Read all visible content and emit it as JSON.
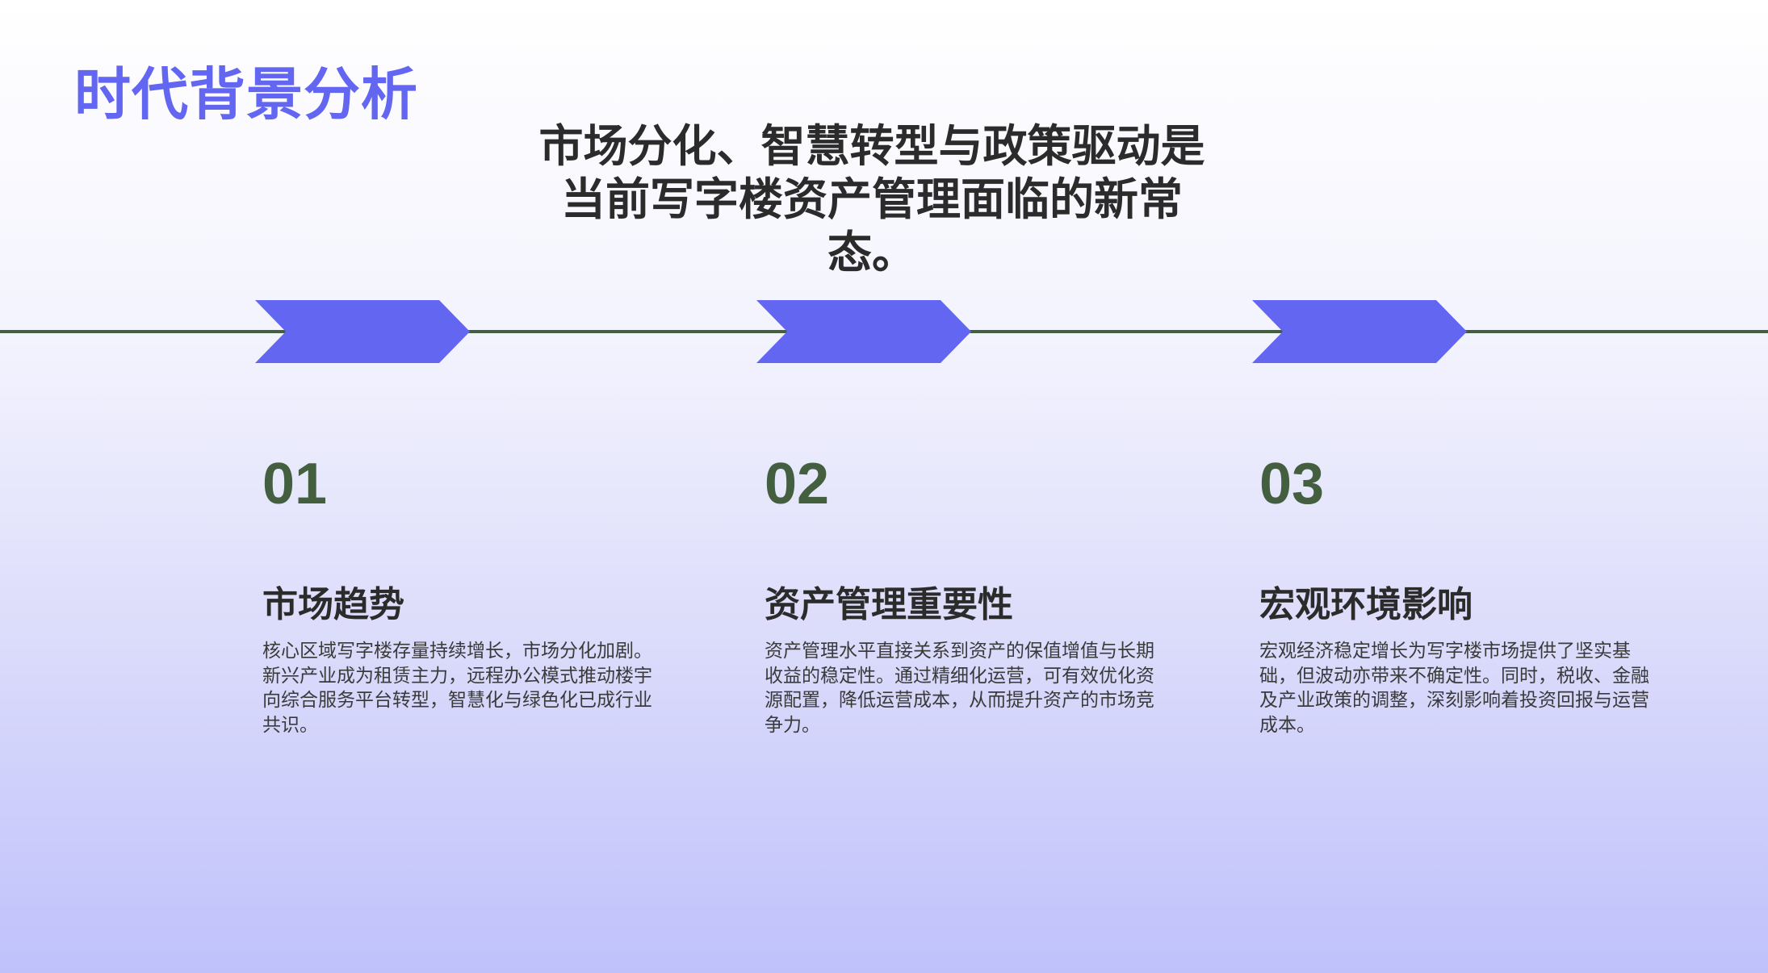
{
  "slide": {
    "title": "时代背景分析",
    "headline": "市场分化、智慧转型与政策驱动是当前写字楼资产管理面临的新常态。"
  },
  "colors": {
    "accent": "#6266f0",
    "timeline": "#435f40",
    "heading_text": "#2b2b2b"
  },
  "columns": [
    {
      "number": "01",
      "heading": "市场趋势",
      "body": "核心区域写字楼存量持续增长，市场分化加剧。新兴产业成为租赁主力，远程办公模式推动楼宇向综合服务平台转型，智慧化与绿色化已成行业共识。"
    },
    {
      "number": "02",
      "heading": "资产管理重要性",
      "body": "资产管理水平直接关系到资产的保值增值与长期收益的稳定性。通过精细化运营，可有效优化资源配置，降低运营成本，从而提升资产的市场竞争力。"
    },
    {
      "number": "03",
      "heading": "宏观环境影响",
      "body": "宏观经济稳定增长为写字楼市场提供了坚实基础，但波动亦带来不确定性。同时，税收、金融及产业政策的调整，深刻影响着投资回报与运营成本。"
    }
  ]
}
